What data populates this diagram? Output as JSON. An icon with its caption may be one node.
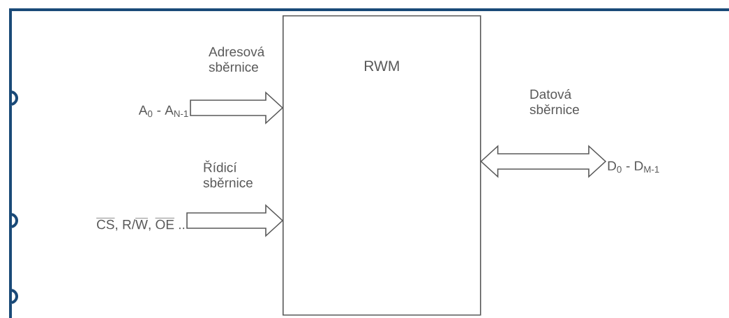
{
  "diagram": {
    "nodes": [
      {
        "text": [
          "RWM"
        ]
      },
      {
        "text": [
          "A$_{0}$ - A$_{N-1}$"
        ]
      },
      {
        "text": [
          "\\overline{\\text{CS}}\\text{, R/}\\overline{\\text{W}}\\text{, }\\overline{\\text{OE}}\\text{ ..}"
        ]
      },
      {
        "text": [
          "D$_{0}$ - D$_{M-1}$"
        ]
      }
    ],
    "edges": [
      {
        "from": 1,
        "to": 0,
        "arrow": "to",
        "label": "Adresová sběrnice"
      },
      {
        "from": 2,
        "to": 0,
        "arrow": "to",
        "label": "Řídicí sběrnice"
      },
      {
        "from": 0,
        "to": 3,
        "arrow": "both",
        "label": "Datová sběrnice"
      }
    ]
  }
}
